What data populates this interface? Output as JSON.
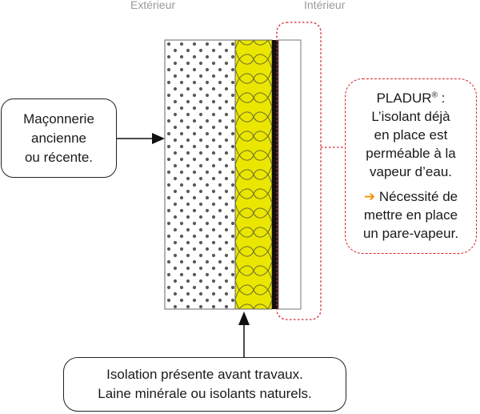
{
  "labels": {
    "exterior": "Extérieur",
    "interior": "Intérieur"
  },
  "masonry_box": {
    "lines": [
      "Maçonnerie",
      "ancienne",
      "ou récente."
    ]
  },
  "insulation_box": {
    "lines": [
      "Isolation présente avant travaux.",
      "Laine minérale ou isolants naturels."
    ]
  },
  "pladur_box": {
    "brand": "PLADUR",
    "registered_mark": "®",
    "brand_suffix": " :",
    "lines": [
      "L’isolant déjà",
      "en place est",
      "perméable à la",
      "vapeur d’eau."
    ],
    "arrow_glyph": "➔",
    "note_lines": [
      "Nécessité de",
      "mettre en place",
      "un pare-vapeur."
    ]
  },
  "colors": {
    "insulation_fill": "#eae600",
    "dot_color": "#5a5a5a",
    "dashed_border": "#d6242a",
    "arrow_accent": "#f39200"
  }
}
